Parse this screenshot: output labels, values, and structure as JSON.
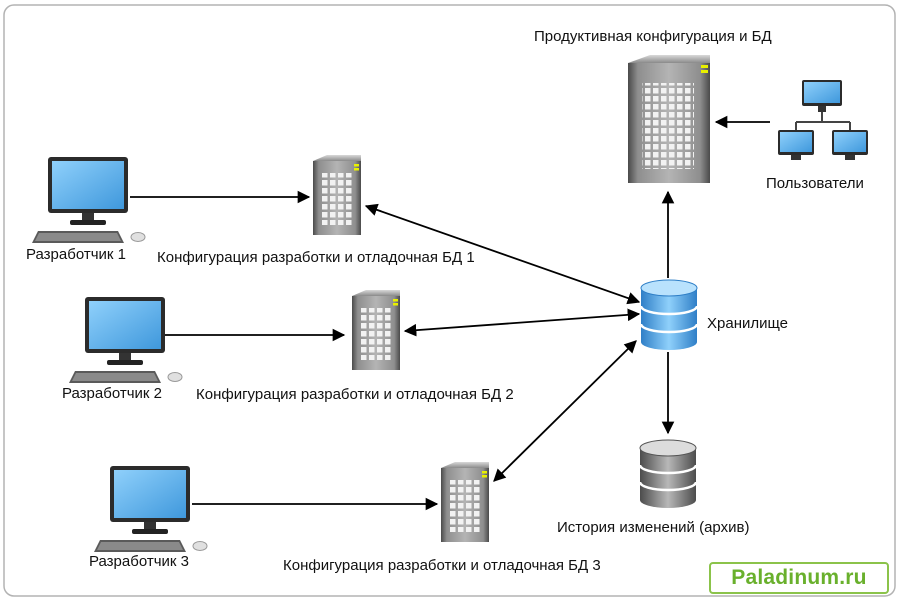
{
  "nodes": {
    "dev1": "Разработчик 1",
    "dev2": "Разработчик 2",
    "dev3": "Разработчик 3",
    "cfg1": "Конфигурация разработки и отладочная БД 1",
    "cfg2": "Конфигурация разработки и отладочная БД 2",
    "cfg3": "Конфигурация разработки и отладочная БД 3",
    "prod": "Продуктивная конфигурация и БД",
    "users": "Пользователи",
    "repo": "Хранилище",
    "history": "История изменений (архив)"
  },
  "watermark": "Paladinum.ru",
  "colors": {
    "frame": "#b3b3b3",
    "arrow": "#000000",
    "watermark": "#69b02c",
    "watermark_border": "#8bc34a",
    "screen": "#5aaee8"
  },
  "icons": {
    "developer": "desktop-computer-icon",
    "server": "server-tower-icon",
    "repository": "database-blue-icon",
    "archive": "database-gray-icon",
    "users": "network-computers-icon"
  }
}
